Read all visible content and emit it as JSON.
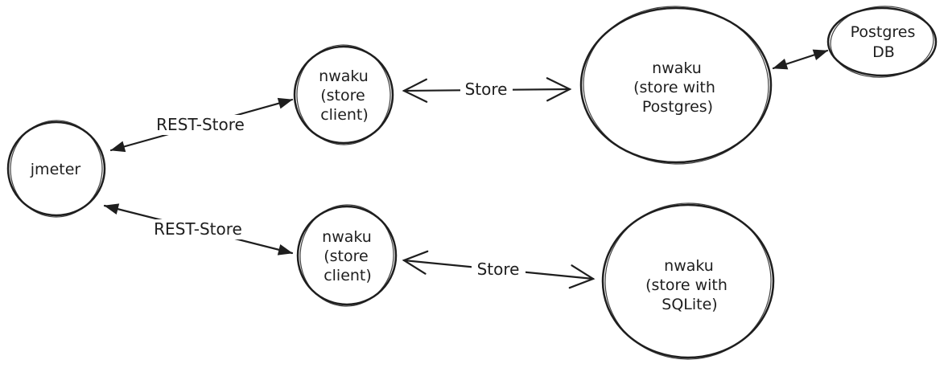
{
  "diagram": {
    "style": "hand-drawn-sketch",
    "background_color": "#ffffff",
    "stroke_color": "#1e1e1e",
    "nodes": {
      "jmeter": {
        "label": "jmeter"
      },
      "store_client_top": {
        "lines": [
          "nwaku",
          "(store",
          "client)"
        ]
      },
      "store_postgres": {
        "lines": [
          "nwaku",
          "(store with",
          "Postgres)"
        ]
      },
      "postgres_db": {
        "lines": [
          "Postgres",
          "DB"
        ]
      },
      "store_client_bottom": {
        "lines": [
          "nwaku",
          "(store",
          "client)"
        ]
      },
      "store_sqlite": {
        "lines": [
          "nwaku",
          "(store with",
          "SQLite)"
        ]
      }
    },
    "edges": {
      "rest_store_top": {
        "label": "REST-Store",
        "from": "jmeter",
        "to": "store_client_top",
        "bidirectional": true,
        "arrowhead": "filled"
      },
      "store_top": {
        "label": "Store",
        "from": "store_client_top",
        "to": "store_postgres",
        "bidirectional": true,
        "arrowhead": "open"
      },
      "db_link": {
        "label": "",
        "from": "store_postgres",
        "to": "postgres_db",
        "bidirectional": true,
        "arrowhead": "filled"
      },
      "rest_store_bottom": {
        "label": "REST-Store",
        "from": "jmeter",
        "to": "store_client_bottom",
        "bidirectional": true,
        "arrowhead": "filled"
      },
      "store_bottom": {
        "label": "Store",
        "from": "store_client_bottom",
        "to": "store_sqlite",
        "bidirectional": true,
        "arrowhead": "open"
      }
    }
  }
}
